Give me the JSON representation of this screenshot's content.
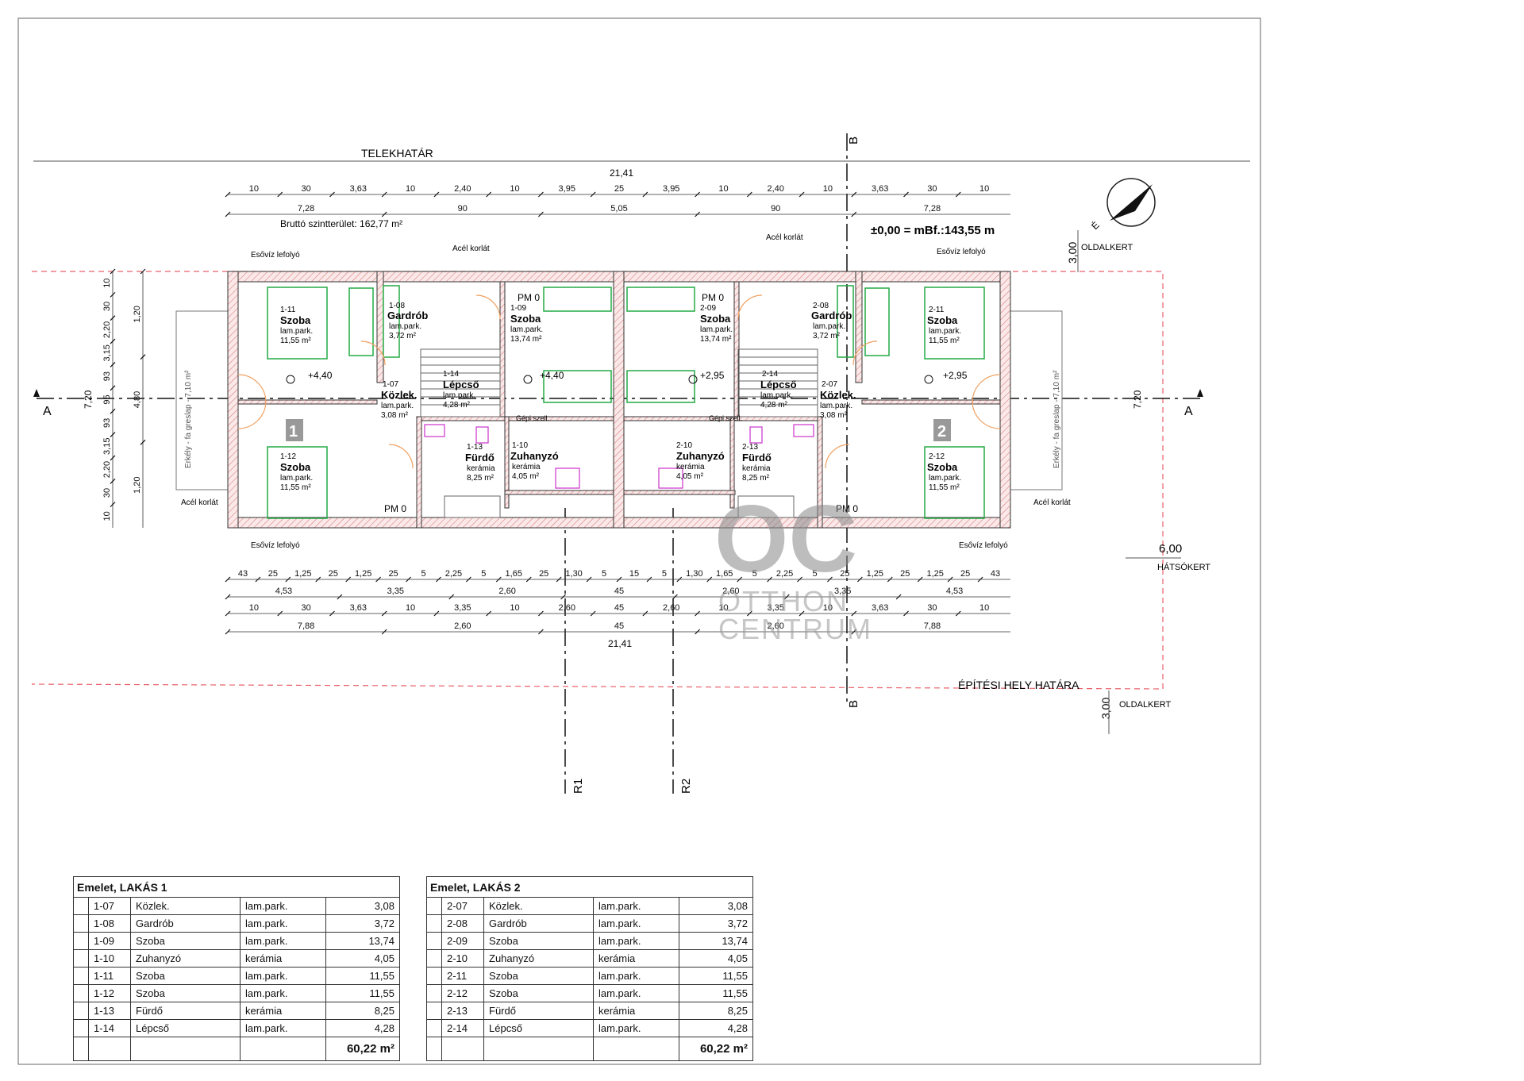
{
  "header": {
    "property_line": "TELEKHATÁR",
    "building_limit": "ÉPÍTÉSI HELY HATÁRA",
    "level_ref": "±0,00 = mBf.:143,55 m",
    "gross_area": "Bruttó szintterület: 162,77 m²"
  },
  "gardens": {
    "side_top": "OLDALKERT",
    "side_top_dist": "3,00",
    "rear": "HÁTSÓKERT",
    "rear_dist": "6,00",
    "side_bottom": "OLDALKERT",
    "side_bottom_dist": "3,00"
  },
  "sections": {
    "a": "A",
    "b": "B",
    "r1": "R1",
    "r2": "R2"
  },
  "overall": {
    "total_width": "21,41",
    "height_total": "7,20",
    "middle_height": "4,80"
  },
  "dims_top": [
    "10",
    "30",
    "3,63",
    "10",
    "2,40",
    "10",
    "3,95",
    "25",
    "3,95",
    "10",
    "2,40",
    "10",
    "3,63",
    "30",
    "10"
  ],
  "dims_top2": [
    "7,28",
    "90",
    "5,05",
    "90",
    "7,28"
  ],
  "dims_bottom1": [
    "43",
    "25",
    "1,25",
    "25",
    "1,25",
    "25",
    "5",
    "2,25",
    "5",
    "1,65",
    "25",
    "1,30",
    "5",
    "15",
    "5",
    "1,30",
    "1,65",
    "5",
    "2,25",
    "5",
    "25",
    "1,25",
    "25",
    "1,25",
    "25",
    "43"
  ],
  "dims_bottom2": [
    "4,53",
    "3,35",
    "2,60",
    "45",
    "2,60",
    "3,35",
    "4,53"
  ],
  "dims_bottom3": [
    "10",
    "30",
    "3,63",
    "10",
    "3,35",
    "10",
    "2,60",
    "45",
    "2,60",
    "10",
    "3,35",
    "10",
    "3,63",
    "30",
    "10"
  ],
  "dims_bottom4": [
    "7,88",
    "2,60",
    "45",
    "2,60",
    "7,88"
  ],
  "dims_bottom5": "21,41",
  "dims_left": [
    "10",
    "30",
    "2,20",
    "3,15",
    "93",
    "95",
    "93",
    "3,15",
    "2,20",
    "30",
    "10"
  ],
  "dims_left2": [
    "1,20",
    "4,80",
    "1,20"
  ],
  "terrace": {
    "label": "Erkély - fa greslap - 7,10 m²",
    "rail": "Acél korlát",
    "drain": "Esővíz lefolyó"
  },
  "floor_marks": {
    "pm": "PM 0",
    "lvl1": "+4,40",
    "lvl2": "+2,95",
    "gepi": "Gépi szell."
  },
  "apartments": [
    {
      "badge": "1",
      "rooms": [
        {
          "code": "1-11",
          "name": "Szoba",
          "floor": "lam.park.",
          "area": "11,55 m²"
        },
        {
          "code": "1-08",
          "name": "Gardrób",
          "floor": "lam.park.",
          "area": "3,72 m²"
        },
        {
          "code": "1-09",
          "name": "Szoba",
          "floor": "lam.park.",
          "area": "13,74 m²"
        },
        {
          "code": "1-07",
          "name": "Közlek.",
          "floor": "lam.park.",
          "area": "3,08 m²"
        },
        {
          "code": "1-14",
          "name": "Lépcső",
          "floor": "lam.park.",
          "area": "4,28 m²"
        },
        {
          "code": "1-12",
          "name": "Szoba",
          "floor": "lam.park.",
          "area": "11,55 m²"
        },
        {
          "code": "1-13",
          "name": "Fürdő",
          "floor": "kerámia",
          "area": "8,25 m²"
        },
        {
          "code": "1-10",
          "name": "Zuhanyzó",
          "floor": "kerámia",
          "area": "4,05 m²"
        }
      ]
    },
    {
      "badge": "2",
      "rooms": [
        {
          "code": "2-09",
          "name": "Szoba",
          "floor": "lam.park.",
          "area": "13,74 m²"
        },
        {
          "code": "2-08",
          "name": "Gardrób",
          "floor": "lam.park.",
          "area": "3,72 m²"
        },
        {
          "code": "2-11",
          "name": "Szoba",
          "floor": "lam.park.",
          "area": "11,55 m²"
        },
        {
          "code": "2-14",
          "name": "Lépcső",
          "floor": "lam.park.",
          "area": "4,28 m²"
        },
        {
          "code": "2-07",
          "name": "Közlek.",
          "floor": "lam.park.",
          "area": "3,08 m²"
        },
        {
          "code": "2-10",
          "name": "Zuhanyzó",
          "floor": "kerámia",
          "area": "4,05 m²"
        },
        {
          "code": "2-13",
          "name": "Fürdő",
          "floor": "kerámia",
          "area": "8,25 m²"
        },
        {
          "code": "2-12",
          "name": "Szoba",
          "floor": "lam.park.",
          "area": "11,55 m²"
        }
      ]
    }
  ],
  "watermark": {
    "logo": "OC",
    "line1": "OTTHON",
    "line2": "CENTRUM"
  },
  "table1": {
    "title": "Emelet, LAKÁS 1",
    "rows": [
      [
        "1-07",
        "Közlek.",
        "lam.park.",
        "3,08"
      ],
      [
        "1-08",
        "Gardrób",
        "lam.park.",
        "3,72"
      ],
      [
        "1-09",
        "Szoba",
        "lam.park.",
        "13,74"
      ],
      [
        "1-10",
        "Zuhanyzó",
        "kerámia",
        "4,05"
      ],
      [
        "1-11",
        "Szoba",
        "lam.park.",
        "11,55"
      ],
      [
        "1-12",
        "Szoba",
        "lam.park.",
        "11,55"
      ],
      [
        "1-13",
        "Fürdő",
        "kerámia",
        "8,25"
      ],
      [
        "1-14",
        "Lépcső",
        "lam.park.",
        "4,28"
      ]
    ],
    "total": "60,22 m²"
  },
  "table2": {
    "title": "Emelet, LAKÁS 2",
    "rows": [
      [
        "2-07",
        "Közlek.",
        "lam.park.",
        "3,08"
      ],
      [
        "2-08",
        "Gardrób",
        "lam.park.",
        "3,72"
      ],
      [
        "2-09",
        "Szoba",
        "lam.park.",
        "13,74"
      ],
      [
        "2-10",
        "Zuhanyzó",
        "kerámia",
        "4,05"
      ],
      [
        "2-11",
        "Szoba",
        "lam.park.",
        "11,55"
      ],
      [
        "2-12",
        "Szoba",
        "lam.park.",
        "11,55"
      ],
      [
        "2-13",
        "Fürdő",
        "kerámia",
        "8,25"
      ],
      [
        "2-14",
        "Lépcső",
        "lam.park.",
        "4,28"
      ]
    ],
    "total": "60,22 m²"
  },
  "colors": {
    "wall_hatch": "#d98080",
    "furniture": "#22aa44",
    "door": "#f0a060",
    "bath": "#cc33cc",
    "limit": "#e8606a"
  }
}
